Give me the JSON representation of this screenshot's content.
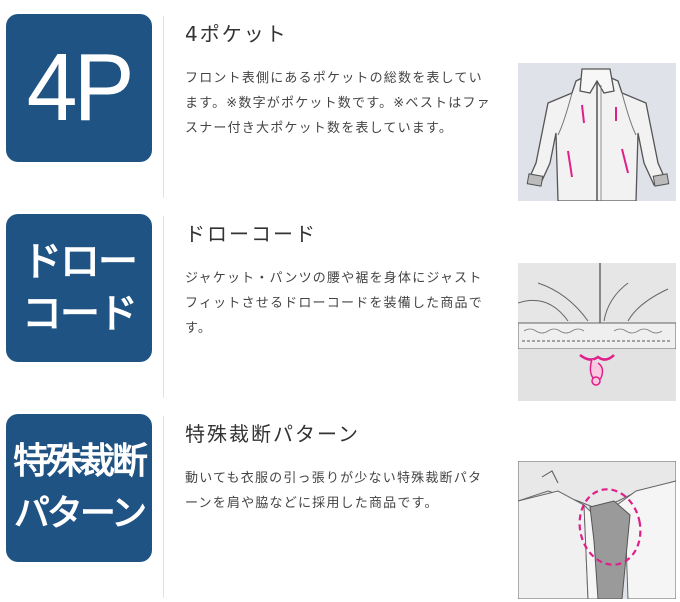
{
  "features": [
    {
      "badge_lines": [
        "4P"
      ],
      "title": "4ポケット",
      "description": "フロント表側にあるポケットの総数を表しています。※数字がポケット数です。※ベストはファスナー付き大ポケット数を表しています。",
      "illustration": "jacket-pockets-illustration"
    },
    {
      "badge_lines": [
        "ドロー",
        "コード"
      ],
      "title": "ドローコード",
      "description": "ジャケット・パンツの腰や裾を身体にジャストフィットさせるドローコードを装備した商品です。",
      "illustration": "drawcord-illustration"
    },
    {
      "badge_lines": [
        "特殊裁断",
        "パターン"
      ],
      "title": "特殊裁断パターン",
      "description": "動いても衣服の引っ張りが少ない特殊裁断パターンを肩や脇などに採用した商品です。",
      "illustration": "special-cut-illustration"
    }
  ],
  "colors": {
    "badge": "#1f5383",
    "accent": "#e0208a",
    "illust_bg": "#dfe3e9"
  }
}
